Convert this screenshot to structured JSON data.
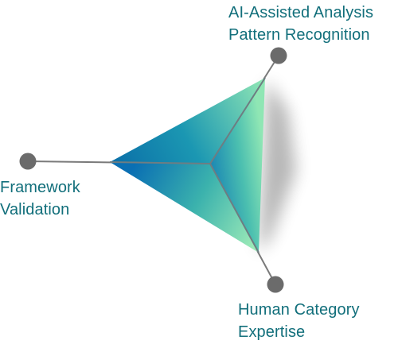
{
  "diagram": {
    "nodes": [
      {
        "id": "top",
        "lines": [
          "AI-Assisted Analysis",
          "Pattern Recognition"
        ]
      },
      {
        "id": "left",
        "lines": [
          "Framework",
          "Validation"
        ]
      },
      {
        "id": "bottom",
        "lines": [
          "Human Category",
          "Expertise"
        ]
      }
    ],
    "colors": {
      "text": "#126f7b",
      "node_dot": "#6b6b6b",
      "connector": "#7a7a7a",
      "gradient_deep": "#0a75b3",
      "gradient_mid": "#1f9fb0",
      "gradient_light": "#8fe6b4"
    }
  }
}
